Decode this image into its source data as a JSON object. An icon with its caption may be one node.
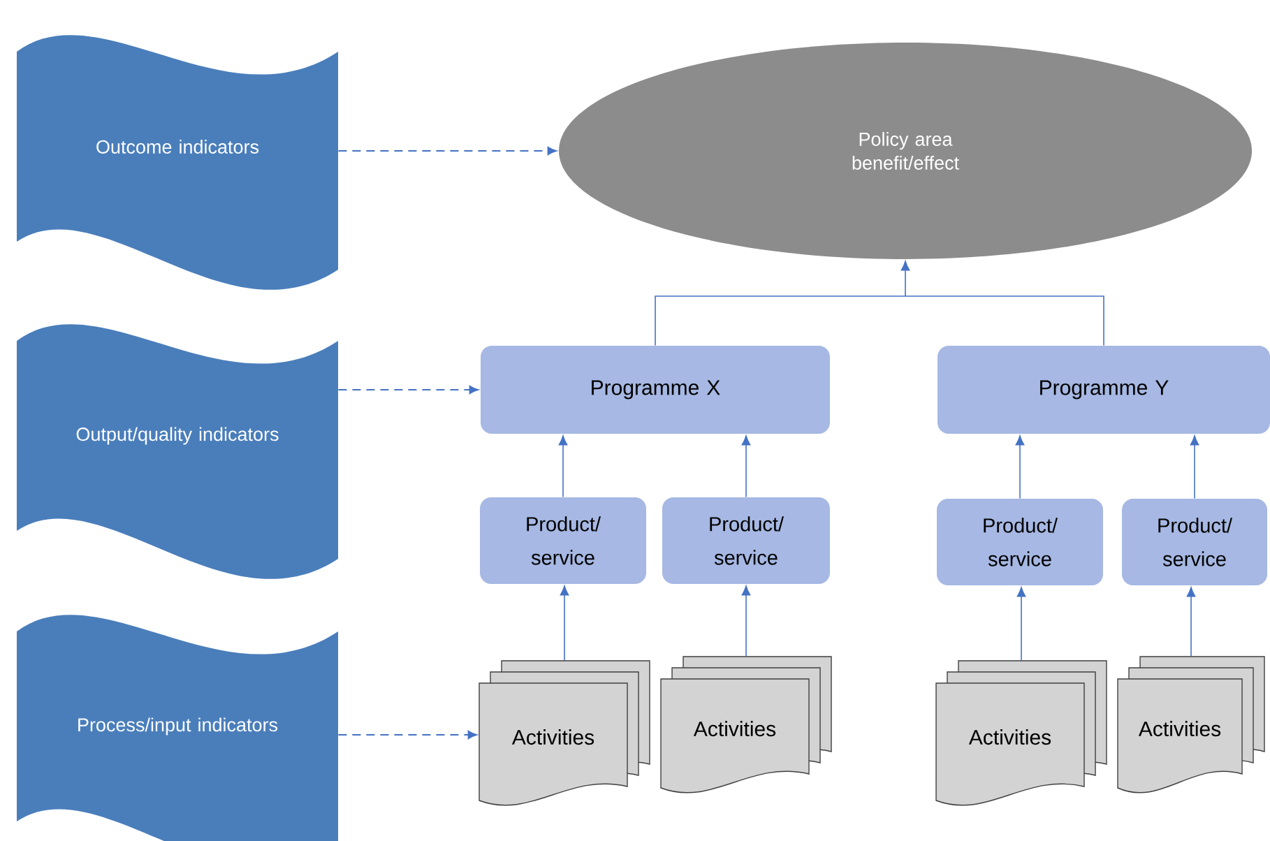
{
  "diagram": {
    "nodes": [
      {
        "text": [
          "Outcome indicators"
        ]
      },
      {
        "text": [
          "Output/quality indicators"
        ]
      },
      {
        "text": [
          "Process/input indicators"
        ]
      },
      {
        "text": [
          "Policy area benefit/effect"
        ]
      },
      {
        "text": [
          "Programme X"
        ]
      },
      {
        "text": [
          "Programme Y"
        ]
      },
      {
        "text": [
          "Product/ service"
        ]
      },
      {
        "text": [
          "Product/ service"
        ]
      },
      {
        "text": [
          "Product/ service"
        ]
      },
      {
        "text": [
          "Product/ service"
        ]
      },
      {
        "text": [
          "Activities"
        ]
      },
      {
        "text": [
          "Activities"
        ]
      },
      {
        "text": [
          "Activities"
        ]
      },
      {
        "text": [
          "Activities"
        ]
      }
    ],
    "edges": [
      {
        "from": 0,
        "to": 3,
        "arrow": "to",
        "style": "dashed"
      },
      {
        "from": 1,
        "to": 4,
        "arrow": "to",
        "style": "dashed"
      },
      {
        "from": 2,
        "to": 10,
        "arrow": "to",
        "style": "dashed"
      },
      {
        "from": 4,
        "to": 3,
        "arrow": "to"
      },
      {
        "from": 5,
        "to": 3,
        "arrow": "to"
      },
      {
        "from": 6,
        "to": 4,
        "arrow": "to"
      },
      {
        "from": 7,
        "to": 4,
        "arrow": "to"
      },
      {
        "from": 8,
        "to": 5,
        "arrow": "to"
      },
      {
        "from": 9,
        "to": 5,
        "arrow": "to"
      },
      {
        "from": 10,
        "to": 6,
        "arrow": "to"
      },
      {
        "from": 11,
        "to": 7,
        "arrow": "to"
      },
      {
        "from": 12,
        "to": 8,
        "arrow": "to"
      },
      {
        "from": 13,
        "to": 9,
        "arrow": "to"
      }
    ]
  }
}
